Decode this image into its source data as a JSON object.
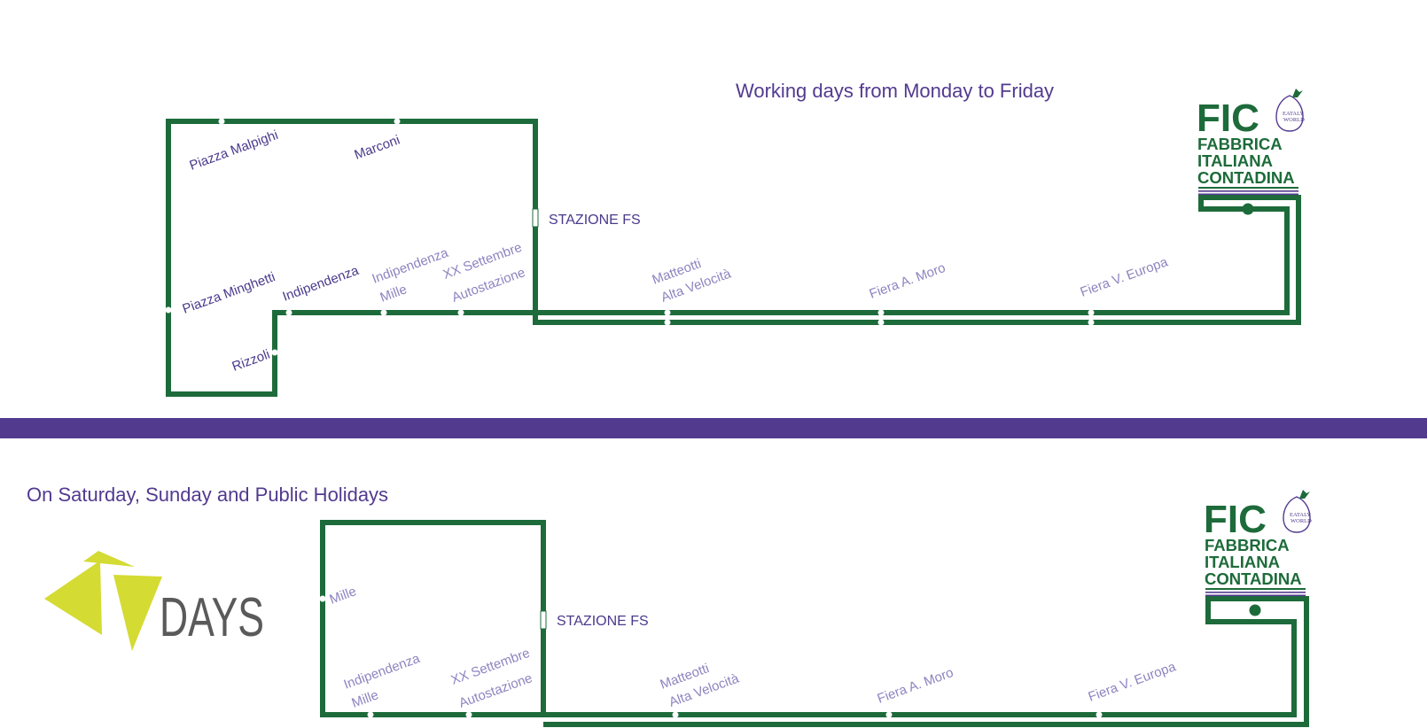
{
  "colors": {
    "route": "#1d6b3a",
    "text_purple": "#523a8f",
    "text_light": "#8d84c0",
    "divider": "#523a8f",
    "tdays_green": "#d4db32",
    "tdays_gray": "#5a5a5a"
  },
  "weekday": {
    "title": "Working days from Monday to Friday",
    "station_label": "STAZIONE FS",
    "stops": {
      "piazza_malpighi": "Piazza Malpighi",
      "marconi": "Marconi",
      "piazza_minghetti": "Piazza Minghetti",
      "indipendenza": "Indipendenza",
      "indipendenza_mille_1": "Indipendenza",
      "indipendenza_mille_2": "Mille",
      "xx_settembre_1": "XX Settembre",
      "xx_settembre_2": "Autostazione",
      "rizzoli": "Rizzoli",
      "matteotti_1": "Matteotti",
      "matteotti_2": "Alta Velocità",
      "fiera_moro": "Fiera A. Moro",
      "fiera_europa": "Fiera V. Europa"
    }
  },
  "weekend": {
    "title": "On Saturday, Sunday and Public Holidays",
    "station_label": "STAZIONE FS",
    "stops": {
      "mille": "Mille",
      "indipendenza_mille_1": "Indipendenza",
      "indipendenza_mille_2": "Mille",
      "xx_settembre_1": "XX Settembre",
      "xx_settembre_2": "Autostazione",
      "matteotti_1": "Matteotti",
      "matteotti_2": "Alta Velocità",
      "fiera_moro": "Fiera A. Moro",
      "fiera_europa": "Fiera V. Europa"
    }
  },
  "logo": {
    "fic": "FIC",
    "line1": "FABBRICA",
    "line2": "ITALIANA",
    "line3": "CONTADINA",
    "eataly1": "EATALY",
    "eataly2": "WORLD"
  },
  "tdays": {
    "text": "DAYS"
  }
}
